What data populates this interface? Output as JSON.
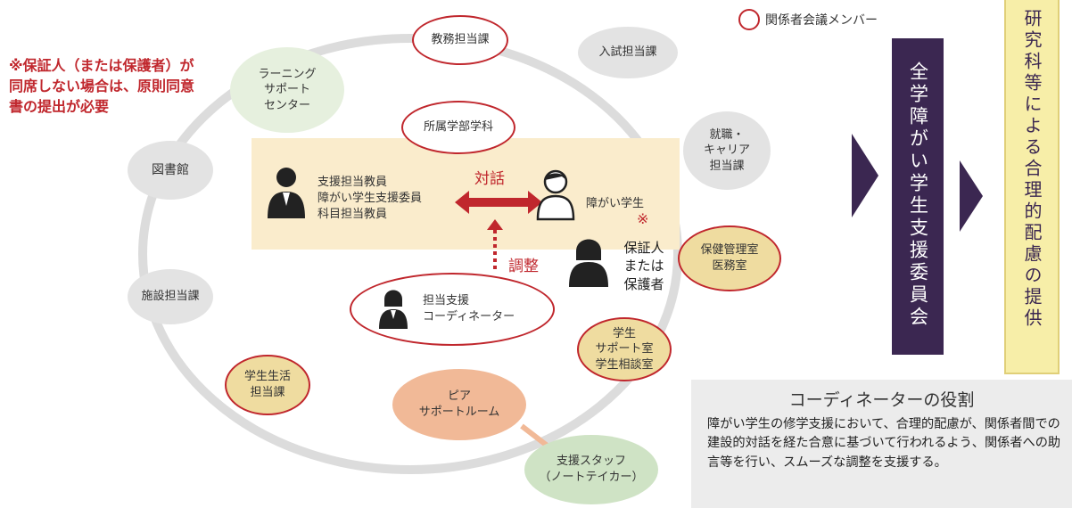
{
  "note": "※保証人（または保護者）が同席しない場合は、原則同意書の提出が必要",
  "legend": {
    "label": "関係者会議メンバー"
  },
  "nodes": {
    "kyomu": "教務担当課",
    "nyushi": "入試担当課",
    "learning": "ラーニング\nサポート\nセンター",
    "shuushoku": "就職・\nキャリア\n担当課",
    "toshokan": "図書館",
    "hoken": "保健管理室\n医務室",
    "shisetsu": "施設担当課",
    "gakusei_support": "学生\nサポート室\n学生相談室",
    "gakusei_seikatsu": "学生生活\n担当課",
    "peer": "ピア\nサポートルーム",
    "staff": "支援スタッフ\n（ノートテイカー）"
  },
  "center": {
    "shozoku": "所属学部学科",
    "teachers": "支援担当教員\n障がい学生支援委員\n科目担当教員",
    "dialogue": "対話",
    "student": "障がい学生",
    "kome": "※",
    "guardian": "保証人\nまたは\n保護者",
    "chosei": "調整",
    "coordinator": "担当支援\nコーディネーター"
  },
  "committee": "全学障がい学生支援委員会",
  "result": "研究科等による合理的配慮の提供",
  "role": {
    "title": "コーディネーターの役割",
    "body": "障がい学生の修学支援において、合理的配慮が、関係者間での建設的対話を経た合意に基づいて行われるよう、関係者への助言等を行い、スムーズな調整を支援する。"
  },
  "colors": {
    "red": "#c0272d",
    "purple": "#3b2751",
    "yellow": "#efdca0",
    "green": "#cfe3c5",
    "grey": "#e3e3e3",
    "peach": "#f1b997"
  }
}
